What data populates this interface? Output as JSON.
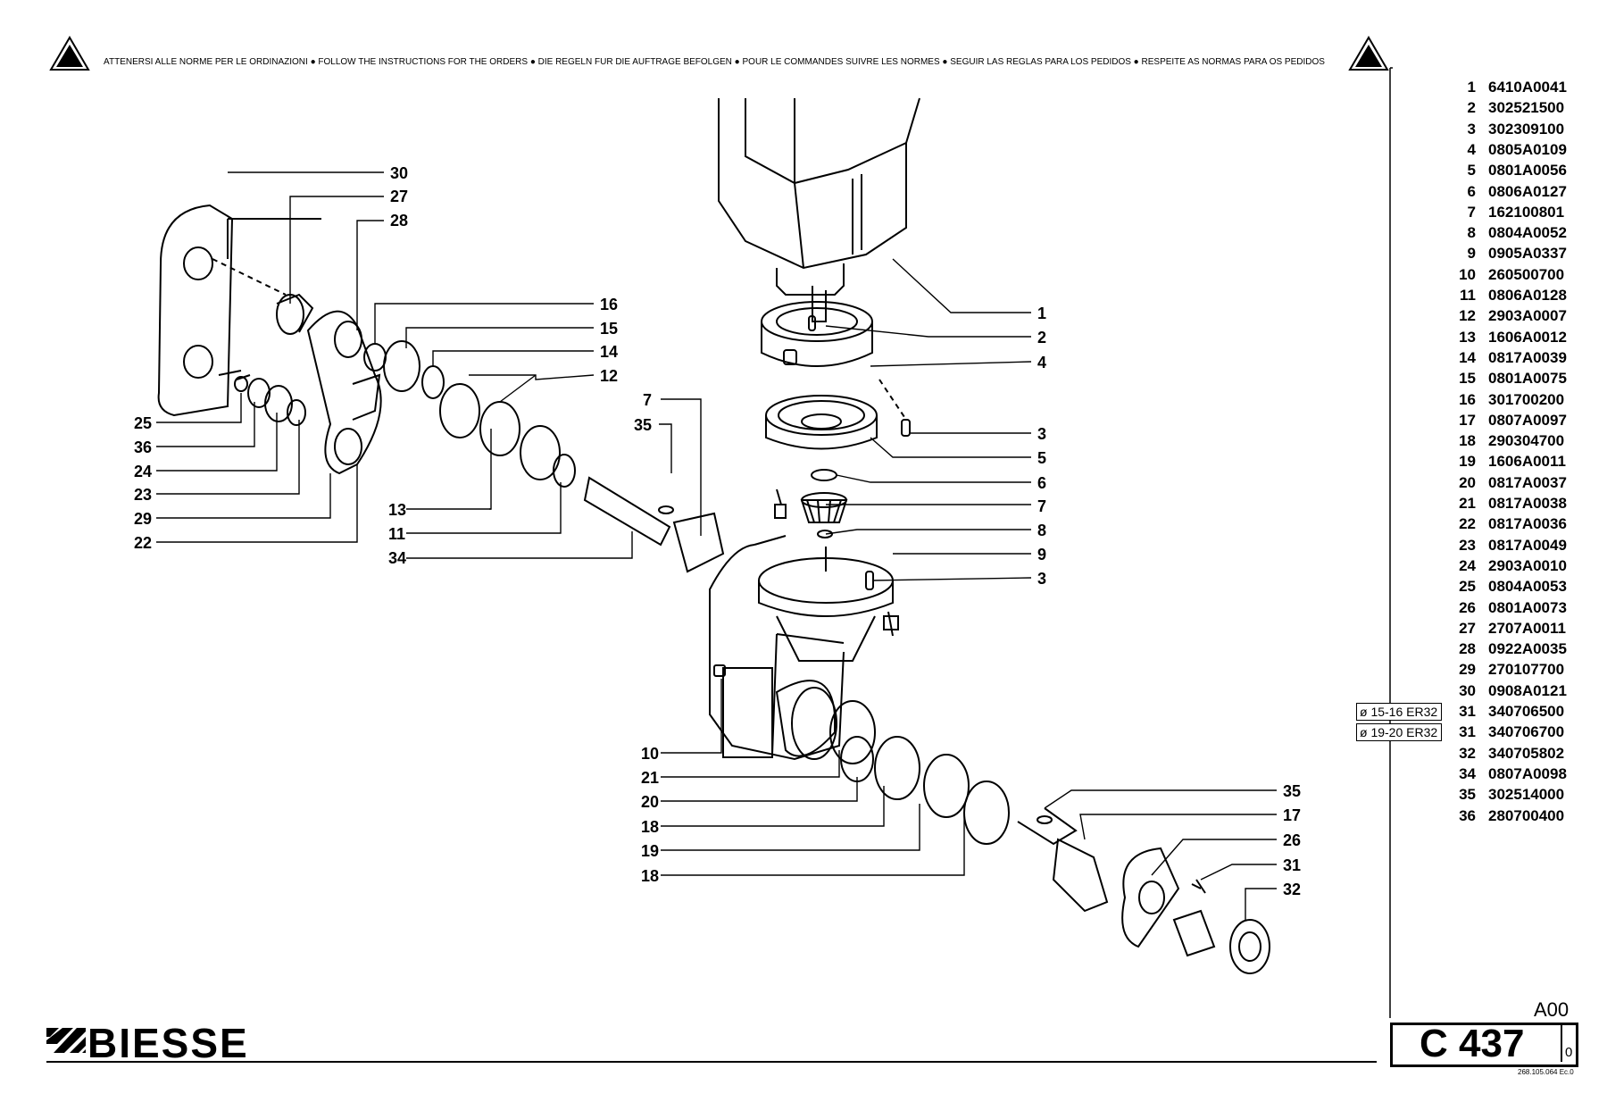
{
  "header": {
    "instructions": "ATTENERSI ALLE NORME PER LE ORDINAZIONI  ●  FOLLOW THE INSTRUCTIONS FOR THE ORDERS  ●  DIE REGELN FUR DIE AUFTRAGE BEFOLGEN  ●  POUR LE COMMANDES SUIVRE LES NORMES  ●  SEGUIR LAS REGLAS PARA LOS PEDIDOS  ●  RESPEITE AS NORMAS PARA OS PEDIDOS"
  },
  "diagram_labels": {
    "left_group": [
      "30",
      "27",
      "28",
      "25",
      "36",
      "24",
      "23",
      "29",
      "22"
    ],
    "shaft_group": [
      "16",
      "15",
      "14",
      "12",
      "7",
      "35",
      "13",
      "11",
      "34"
    ],
    "motor_group": [
      "1",
      "2",
      "4",
      "3",
      "5",
      "6",
      "7",
      "8",
      "9",
      "3"
    ],
    "lower_group": [
      "10",
      "21",
      "20",
      "18",
      "19",
      "18"
    ],
    "spindle_group": [
      "35",
      "17",
      "26",
      "31",
      "32"
    ]
  },
  "parts": [
    {
      "pos": "1",
      "pn": "6410A0041"
    },
    {
      "pos": "2",
      "pn": "302521500"
    },
    {
      "pos": "3",
      "pn": "302309100"
    },
    {
      "pos": "4",
      "pn": "0805A0109"
    },
    {
      "pos": "5",
      "pn": "0801A0056"
    },
    {
      "pos": "6",
      "pn": "0806A0127"
    },
    {
      "pos": "7",
      "pn": "162100801"
    },
    {
      "pos": "8",
      "pn": "0804A0052"
    },
    {
      "pos": "9",
      "pn": "0905A0337"
    },
    {
      "pos": "10",
      "pn": "260500700"
    },
    {
      "pos": "11",
      "pn": "0806A0128"
    },
    {
      "pos": "12",
      "pn": "2903A0007"
    },
    {
      "pos": "13",
      "pn": "1606A0012"
    },
    {
      "pos": "14",
      "pn": "0817A0039"
    },
    {
      "pos": "15",
      "pn": "0801A0075"
    },
    {
      "pos": "16",
      "pn": "301700200"
    },
    {
      "pos": "17",
      "pn": "0807A0097"
    },
    {
      "pos": "18",
      "pn": "290304700"
    },
    {
      "pos": "19",
      "pn": "1606A0011"
    },
    {
      "pos": "20",
      "pn": "0817A0037"
    },
    {
      "pos": "21",
      "pn": "0817A0038"
    },
    {
      "pos": "22",
      "pn": "0817A0036"
    },
    {
      "pos": "23",
      "pn": "0817A0049"
    },
    {
      "pos": "24",
      "pn": "2903A0010"
    },
    {
      "pos": "25",
      "pn": "0804A0053"
    },
    {
      "pos": "26",
      "pn": "0801A0073"
    },
    {
      "pos": "27",
      "pn": "2707A0011"
    },
    {
      "pos": "28",
      "pn": "0922A0035"
    },
    {
      "pos": "29",
      "pn": "270107700"
    },
    {
      "pos": "30",
      "pn": "0908A0121"
    },
    {
      "pos": "31",
      "pn": "340706500",
      "variant": "ø 15-16 ER32"
    },
    {
      "pos": "31",
      "pn": "340706700",
      "variant": "ø 19-20 ER32"
    },
    {
      "pos": "32",
      "pn": "340705802"
    },
    {
      "pos": "34",
      "pn": "0807A0098"
    },
    {
      "pos": "35",
      "pn": "302514000"
    },
    {
      "pos": "36",
      "pn": "280700400"
    }
  ],
  "revision": "A00",
  "table_code": "C 437",
  "table_sub": "0",
  "doc_number": "268.105.064 Ec.0",
  "brand": "BIESSE"
}
